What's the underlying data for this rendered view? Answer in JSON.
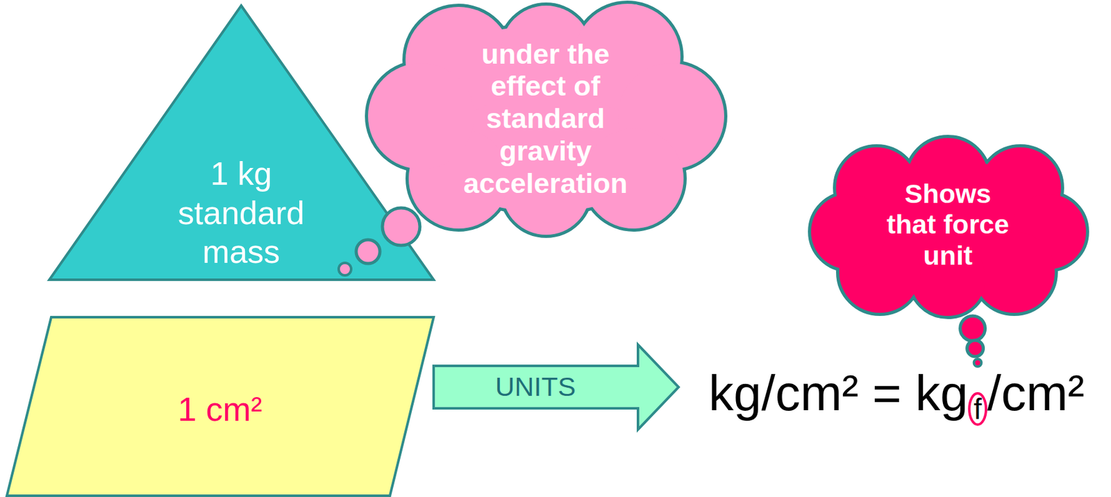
{
  "diagram": {
    "nodes": [
      {
        "text": [
          "1 kg standard mass"
        ]
      },
      {
        "text": [
          "under the effect of standard gravity acceleration"
        ]
      },
      {
        "text": [
          "1 cm²"
        ]
      },
      {
        "text": [
          "UNITS"
        ]
      },
      {
        "text": [
          "Shows that force unit"
        ]
      }
    ],
    "labels": [
      "kg/cm²",
      "=",
      "kg",
      "f",
      "/cm²"
    ]
  }
}
